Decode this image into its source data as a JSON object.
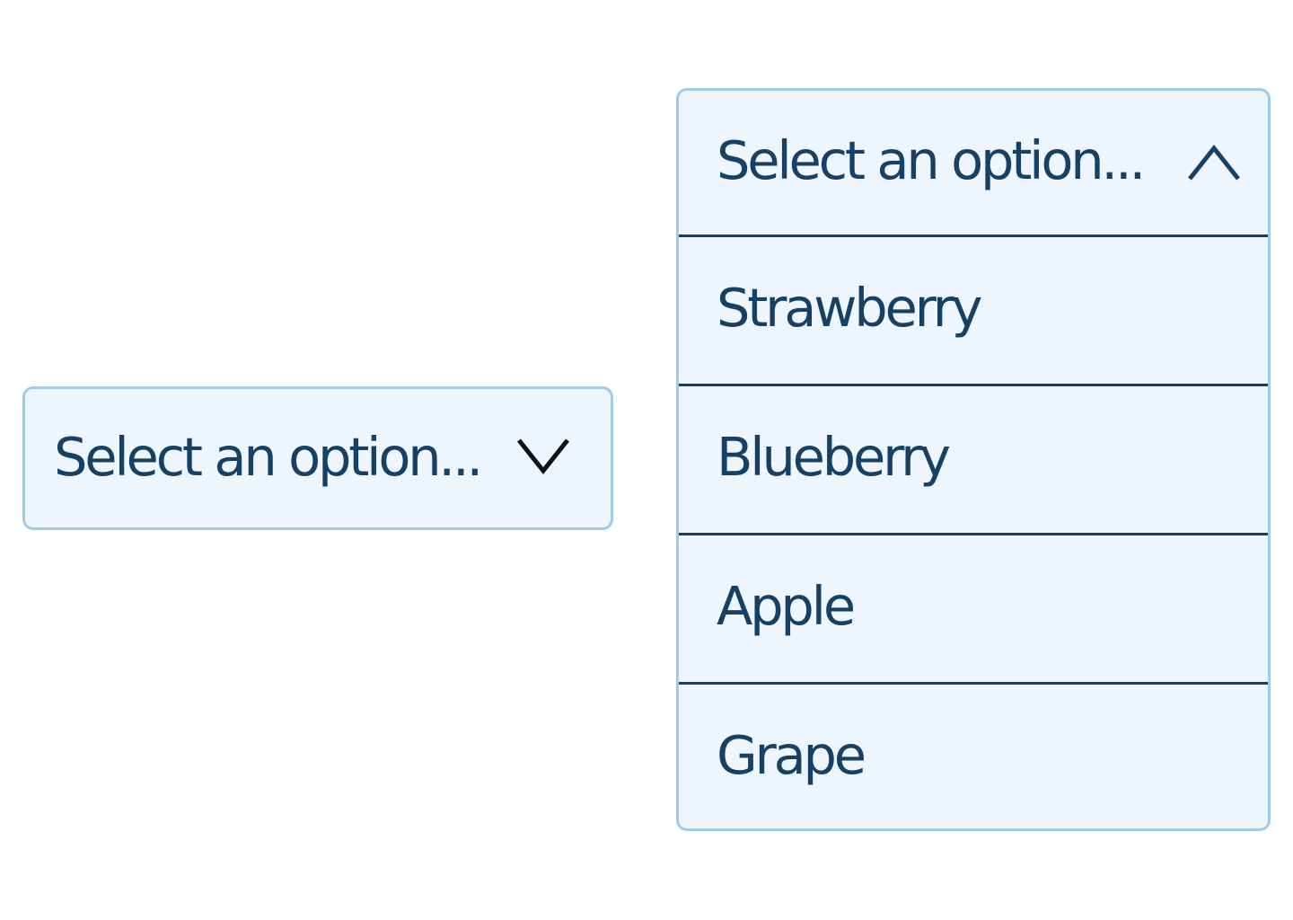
{
  "closed_select": {
    "placeholder": "Select an option...",
    "icon": "chevron-down-icon"
  },
  "open_select": {
    "placeholder": "Select an option...",
    "icon": "chevron-up-icon",
    "options": [
      {
        "label": "Strawberry"
      },
      {
        "label": "Blueberry"
      },
      {
        "label": "Apple"
      },
      {
        "label": "Grape"
      }
    ]
  },
  "colors": {
    "text": "#174164",
    "field_background": "#eef5fc",
    "field_border": "#9fcbed",
    "divider": "#174164",
    "chevron": "#111111"
  }
}
